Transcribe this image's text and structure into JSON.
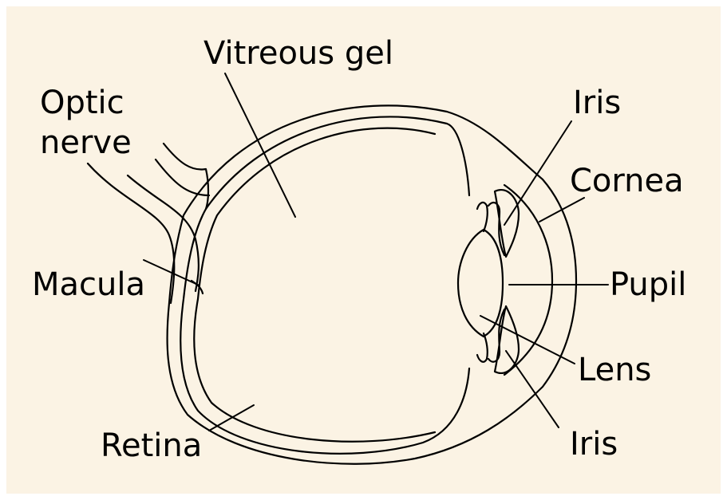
{
  "diagram": {
    "background": "#fbf3e4",
    "line_color": "#000000",
    "labels": {
      "vitreous_gel": "Vitreous gel",
      "optic_nerve_line1": "Optic",
      "optic_nerve_line2": "nerve",
      "macula": "Macula",
      "retina": "Retina",
      "iris_top": "Iris",
      "cornea": "Cornea",
      "pupil": "Pupil",
      "lens": "Lens",
      "iris_bottom": "Iris"
    }
  }
}
